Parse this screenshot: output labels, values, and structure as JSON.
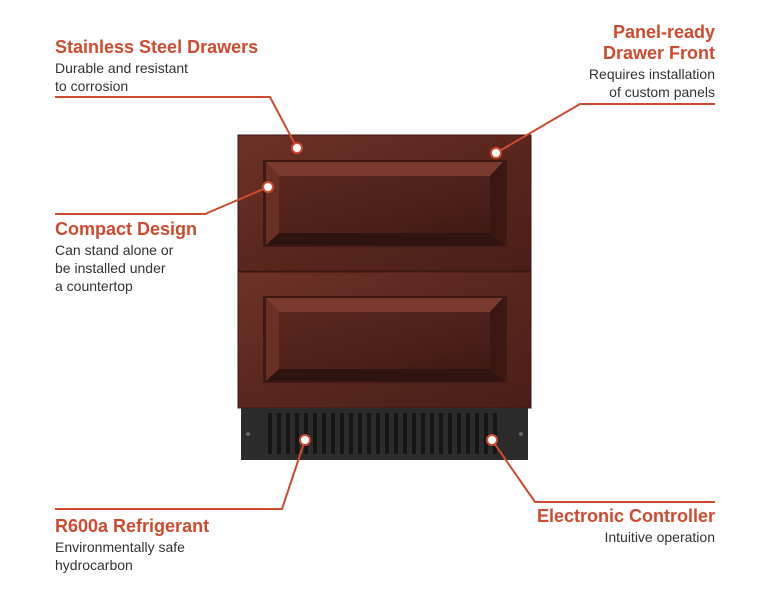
{
  "colors": {
    "accent": "#d04a2f",
    "wood_dark": "#4a1f19",
    "wood_mid": "#6b2f25",
    "wood_light": "#7d3a2e",
    "base": "#2b2b2b"
  },
  "callouts": {
    "stainless": {
      "title": "Stainless Steel Drawers",
      "desc": "Durable and resistant\nto corrosion"
    },
    "panel": {
      "title": "Panel-ready\nDrawer Front",
      "desc": "Requires installation\nof custom panels"
    },
    "compact": {
      "title": "Compact Design",
      "desc": "Can stand alone or\nbe installed under\na countertop"
    },
    "refrigerant": {
      "title": "R600a Refrigerant",
      "desc": "Environmentally safe\nhydrocarbon"
    },
    "controller": {
      "title": "Electronic Controller",
      "desc": "Intuitive operation"
    }
  }
}
